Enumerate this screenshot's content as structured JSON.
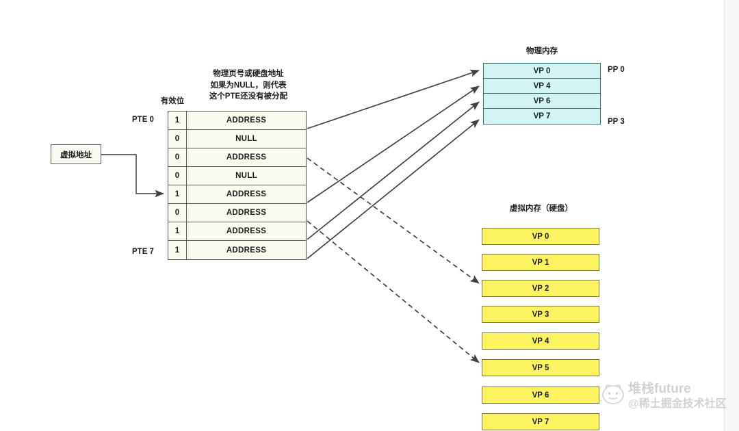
{
  "diagram": {
    "title_physical_memory": "物理内存",
    "title_virtual_memory": "虚拟内存（硬盘）",
    "valid_bit_label": "有效位",
    "page_table_caption": "物理页号或硬盘地址\n如果为NULL，则代表\n这个PTE还没有被分配",
    "page_table_caption_lines": [
      "物理页号或硬盘地址",
      "如果为NULL，则代表",
      "这个PTE还没有被分配"
    ],
    "virtual_address_label": "虚拟地址",
    "pte_first_label": "PTE 0",
    "pte_last_label": "PTE 7"
  },
  "page_table": {
    "rows": [
      {
        "index": 0,
        "valid": "1",
        "address": "ADDRESS"
      },
      {
        "index": 1,
        "valid": "0",
        "address": "NULL"
      },
      {
        "index": 2,
        "valid": "0",
        "address": "ADDRESS"
      },
      {
        "index": 3,
        "valid": "0",
        "address": "NULL"
      },
      {
        "index": 4,
        "valid": "1",
        "address": "ADDRESS"
      },
      {
        "index": 5,
        "valid": "0",
        "address": "ADDRESS"
      },
      {
        "index": 6,
        "valid": "1",
        "address": "ADDRESS"
      },
      {
        "index": 7,
        "valid": "1",
        "address": "ADDRESS"
      }
    ]
  },
  "physical_memory": {
    "rows": [
      {
        "label": "VP 0"
      },
      {
        "label": "VP 4"
      },
      {
        "label": "VP 6"
      },
      {
        "label": "VP 7"
      }
    ],
    "frame_labels": {
      "top": "PP 0",
      "bottom": "PP 3"
    }
  },
  "virtual_memory_disk": {
    "rows": [
      {
        "label": "VP 0"
      },
      {
        "label": "VP 1"
      },
      {
        "label": "VP 2"
      },
      {
        "label": "VP 3"
      },
      {
        "label": "VP 4"
      },
      {
        "label": "VP 5"
      },
      {
        "label": "VP 6"
      },
      {
        "label": "VP 7"
      }
    ]
  },
  "watermark": {
    "line1": "堆栈future",
    "line2": "@稀土掘金技术社区"
  },
  "colors": {
    "page_table_fill": "#fbfbf0",
    "page_table_border": "#585d57",
    "physical_memory_fill": "#d4f4f4",
    "physical_memory_border": "#3b6f6f",
    "disk_fill": "#fbf35f",
    "disk_border": "#7a7248",
    "arrow": "#3f443f",
    "background": "#ffffff"
  }
}
